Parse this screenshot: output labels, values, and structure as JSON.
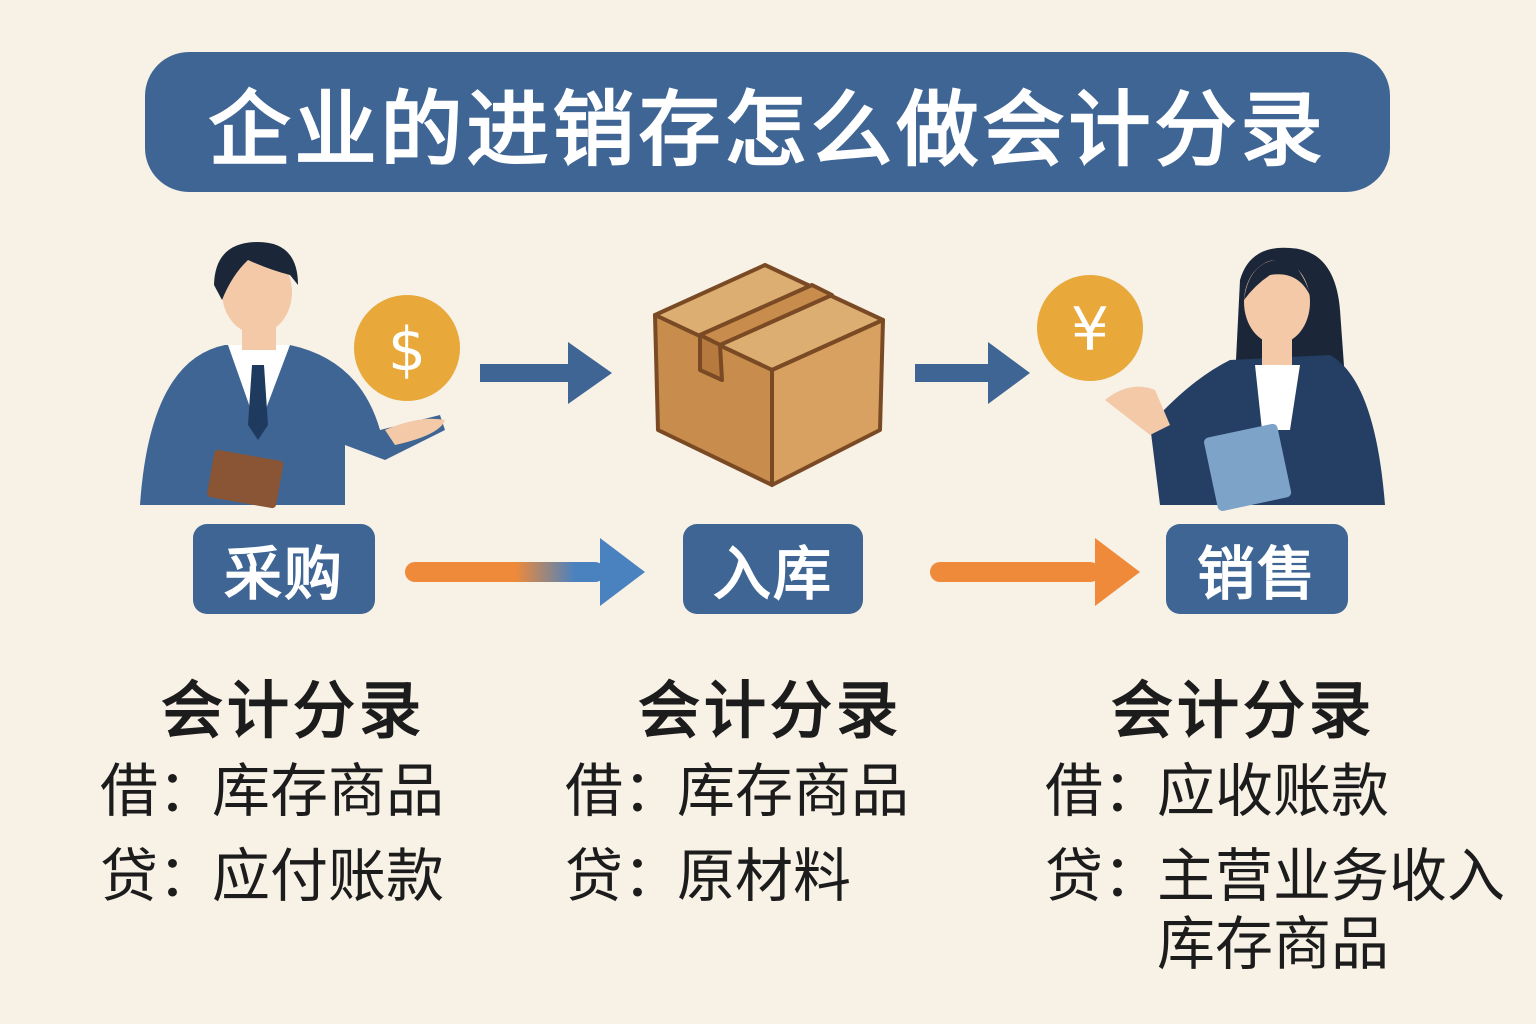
{
  "title": "企业的进销存怎么做会计分录",
  "icons": {
    "coin_left": "$",
    "coin_right": "¥"
  },
  "stages": [
    {
      "label": "采购"
    },
    {
      "label": "入库"
    },
    {
      "label": "销售"
    }
  ],
  "entries": [
    {
      "heading": "会计分录",
      "debit_label": "借：",
      "debit": "库存商品",
      "credit_label": "贷：",
      "credit": [
        "应付账款"
      ]
    },
    {
      "heading": "会计分录",
      "debit_label": "借：",
      "debit": "库存商品",
      "credit_label": "贷：",
      "credit": [
        "原材料"
      ]
    },
    {
      "heading": "会计分录",
      "debit_label": "借：",
      "debit": "应收账款",
      "credit_label": "贷：",
      "credit": [
        "主营业务收入",
        "库存商品"
      ]
    }
  ],
  "colors": {
    "primary": "#3e6594",
    "accent": "#ef8a3a",
    "coin": "#e8a83a",
    "background": "#f7f1e6",
    "box": "#d4a265"
  }
}
